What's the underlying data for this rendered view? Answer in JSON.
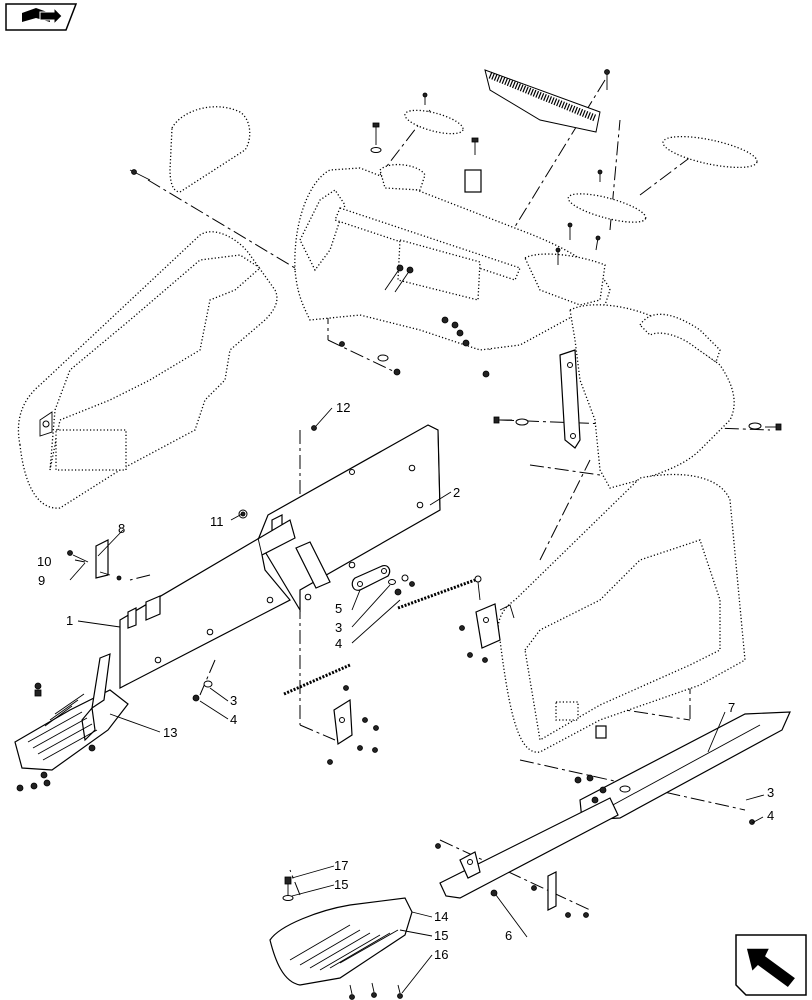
{
  "nav_icons": {
    "top_left": "book-with-arrow-icon",
    "bottom_right": "next-page-arrow-icon"
  },
  "callouts": [
    "1",
    "2",
    "3",
    "4",
    "5",
    "3",
    "4",
    "6",
    "7",
    "3",
    "4",
    "8",
    "9",
    "10",
    "11",
    "12",
    "13",
    "14",
    "15",
    "16",
    "17",
    "15"
  ]
}
